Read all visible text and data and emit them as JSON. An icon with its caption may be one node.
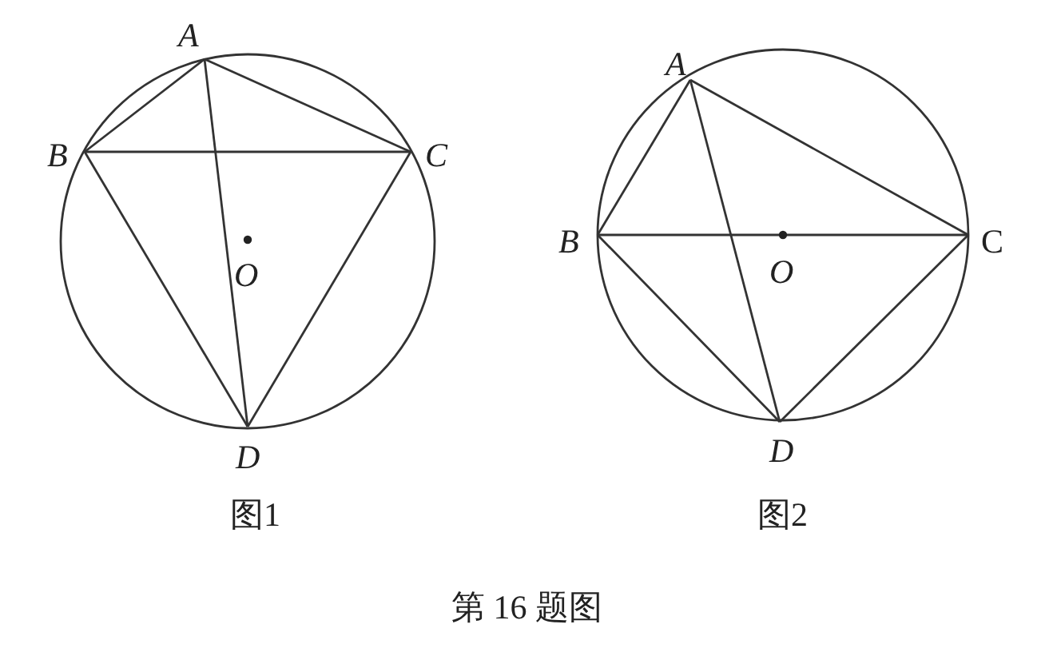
{
  "diagram": {
    "caption": "第 16 题图",
    "nodes": [
      {
        "text": [
          "A"
        ]
      },
      {
        "text": [
          "B"
        ]
      },
      {
        "text": [
          "C"
        ]
      },
      {
        "text": [
          "D"
        ]
      },
      {
        "text": [
          "O"
        ]
      },
      {
        "text": [
          "A"
        ]
      },
      {
        "text": [
          "B"
        ]
      },
      {
        "text": [
          "C"
        ]
      },
      {
        "text": [
          "D"
        ]
      },
      {
        "text": [
          "O"
        ]
      }
    ],
    "edges": [
      {
        "from": 0,
        "to": 1,
        "arrow": "none"
      },
      {
        "from": 0,
        "to": 2,
        "arrow": "none"
      },
      {
        "from": 0,
        "to": 3,
        "arrow": "none"
      },
      {
        "from": 1,
        "to": 2,
        "arrow": "none"
      },
      {
        "from": 1,
        "to": 3,
        "arrow": "none"
      },
      {
        "from": 2,
        "to": 3,
        "arrow": "none"
      },
      {
        "from": 5,
        "to": 6,
        "arrow": "none"
      },
      {
        "from": 5,
        "to": 7,
        "arrow": "none"
      },
      {
        "from": 5,
        "to": 8,
        "arrow": "none"
      },
      {
        "from": 6,
        "to": 7,
        "arrow": "none"
      },
      {
        "from": 6,
        "to": 8,
        "arrow": "none"
      },
      {
        "from": 7,
        "to": 8,
        "arrow": "none"
      }
    ],
    "labels": [
      "图1",
      "图2"
    ]
  }
}
